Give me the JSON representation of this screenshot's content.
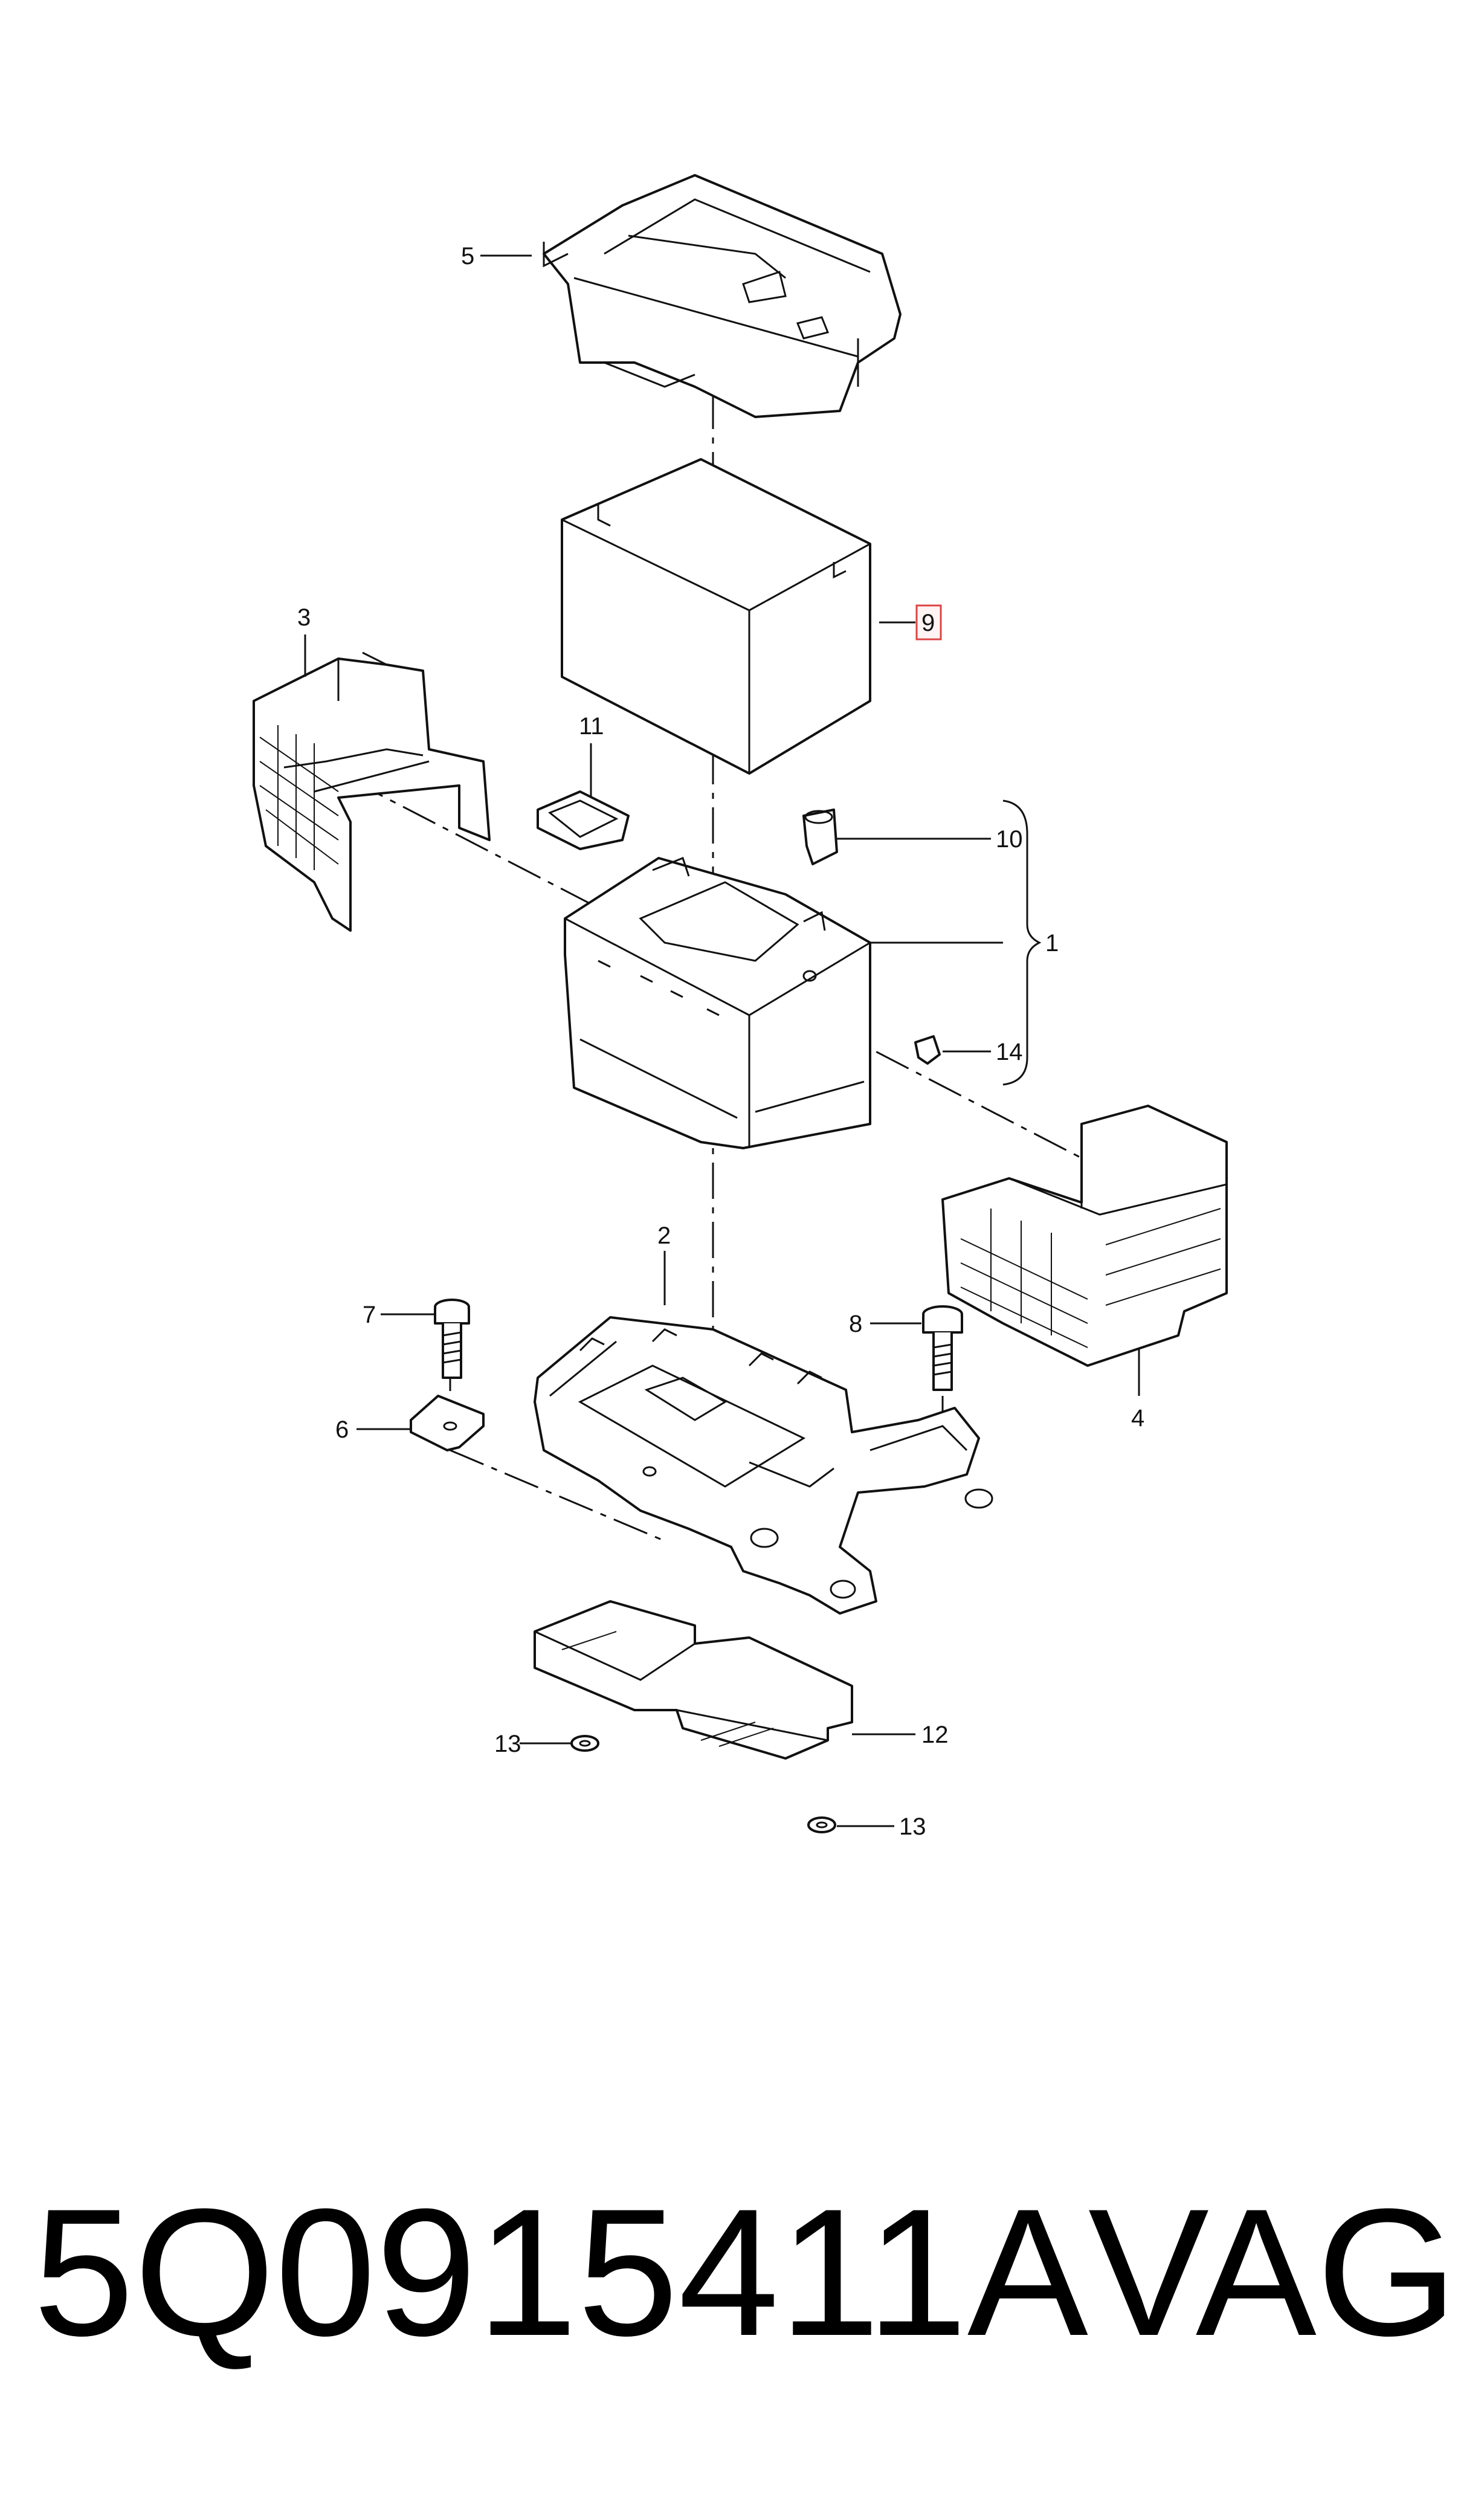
{
  "callouts": {
    "c1": "1",
    "c2": "2",
    "c3": "3",
    "c4": "4",
    "c5": "5",
    "c6": "6",
    "c7": "7",
    "c8": "8",
    "c9": "9",
    "c10": "10",
    "c11": "11",
    "c12": "12",
    "c13a": "13",
    "c13b": "13",
    "c14": "14"
  },
  "footer": {
    "part_number": "5Q0915411A",
    "brand": "VAG"
  },
  "colors": {
    "line": "#111111",
    "highlight": "#d44444"
  }
}
